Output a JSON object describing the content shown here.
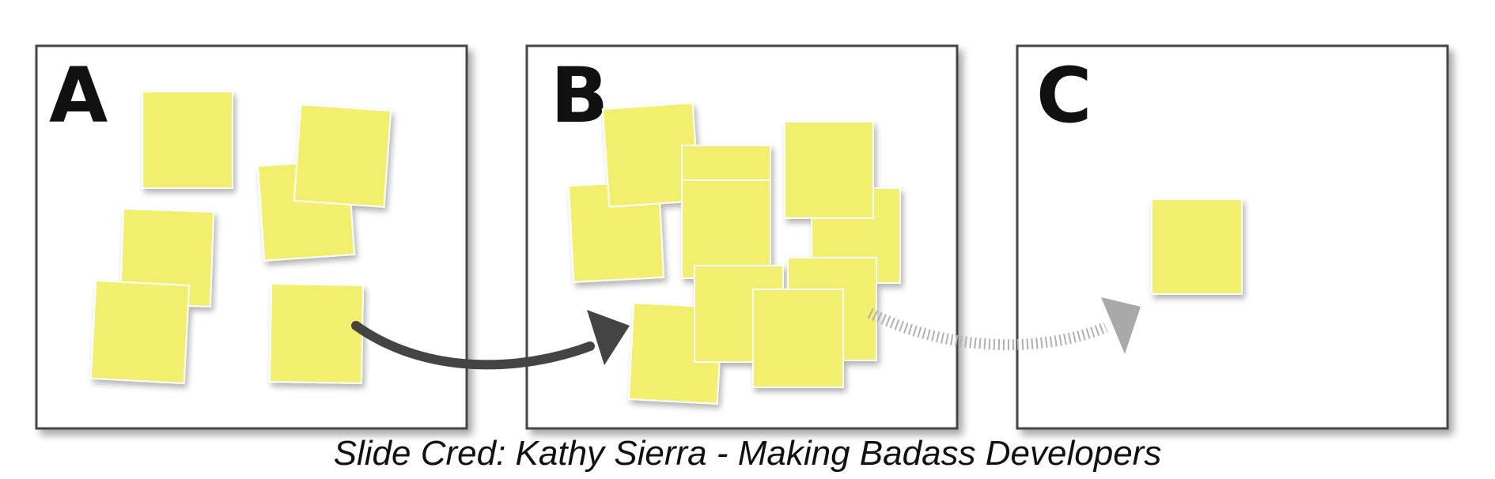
{
  "panels": [
    {
      "letter": "A"
    },
    {
      "letter": "B"
    },
    {
      "letter": "C"
    }
  ],
  "caption": "Slide Cred: Kathy Sierra - Making Badass Developers",
  "colors": {
    "note": "#f2ef6e",
    "arrow_solid": "#444444",
    "arrow_dotted": "#b0b0b0",
    "frame": "#444444"
  }
}
